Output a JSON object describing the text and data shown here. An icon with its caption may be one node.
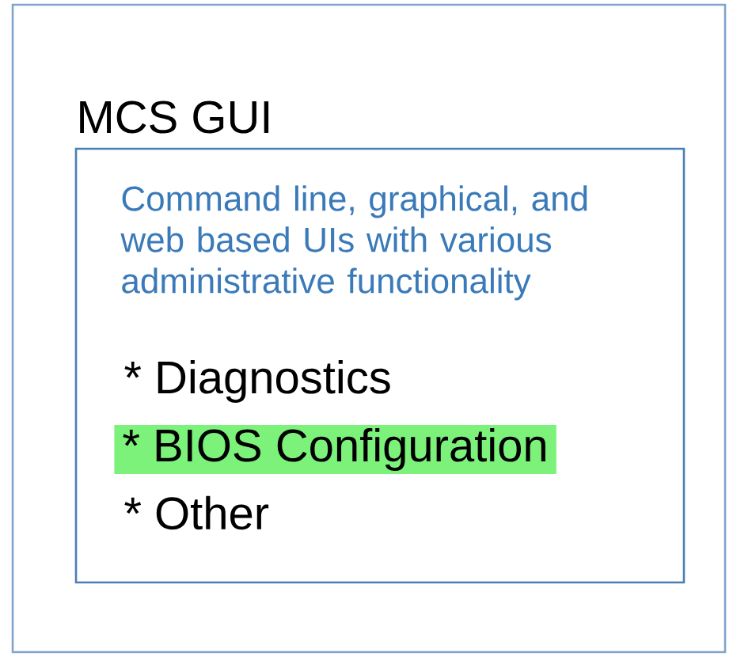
{
  "diagram": {
    "nodes": [
      {
        "text": [],
        "shape": "box"
      },
      {
        "text": [
          "MCS GUI",
          "Command line, graphical, and web based UIs with various administrative functionality",
          "* Diagnostics",
          "* BIOS Configuration",
          "* Other"
        ],
        "in": 0
      }
    ]
  }
}
